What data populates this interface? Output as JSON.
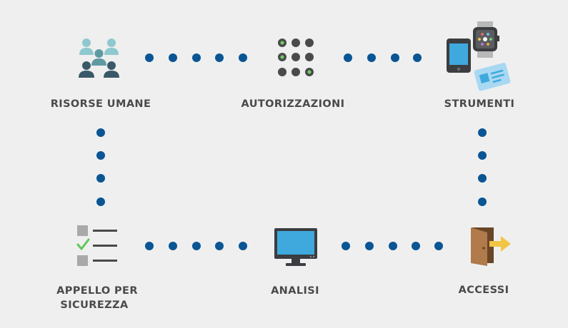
{
  "accent_color": "#0a5594",
  "nodes": {
    "risorse_umane": {
      "label": "RISORSE UMANE",
      "icon": "people-group-icon"
    },
    "autorizzazioni": {
      "label": "AUTORIZZAZIONI",
      "icon": "keypad-dots-icon"
    },
    "strumenti": {
      "label": "STRUMENTI",
      "icon": "devices-icon"
    },
    "appello": {
      "label_line1": "APPELLO PER",
      "label_line2": "SICUREZZA",
      "icon": "checklist-icon"
    },
    "analisi": {
      "label": "ANALISI",
      "icon": "monitor-icon"
    },
    "accessi": {
      "label": "ACCESSI",
      "icon": "door-exit-icon"
    }
  }
}
